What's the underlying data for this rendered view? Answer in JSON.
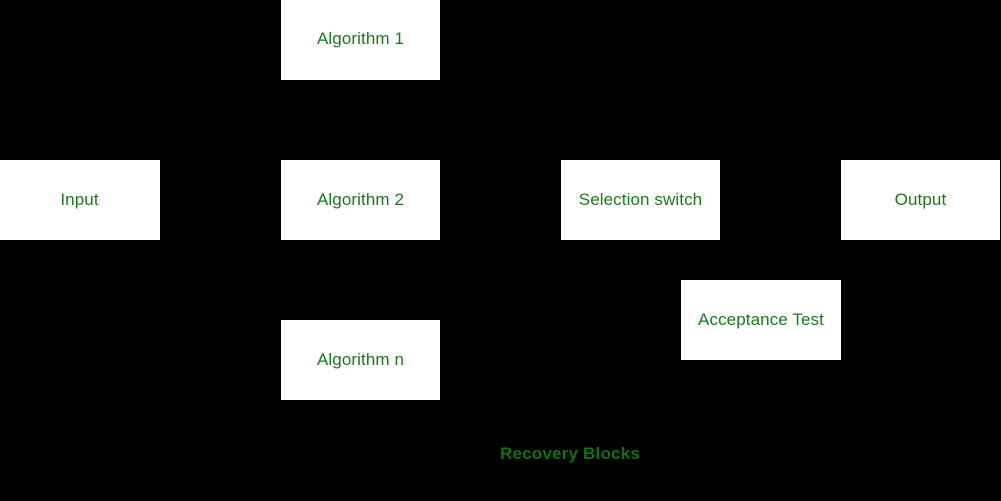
{
  "diagram": {
    "caption": "Recovery Blocks",
    "background_color": "#000000",
    "node_fill_color": "#ffffff",
    "node_text_color": "#1a7a1a",
    "caption_color": "#137013",
    "nodes": [
      {
        "id": "algorithm-1",
        "label": "Algorithm 1"
      },
      {
        "id": "input",
        "label": "Input"
      },
      {
        "id": "algorithm-2",
        "label": "Algorithm 2"
      },
      {
        "id": "selection",
        "label": "Selection switch"
      },
      {
        "id": "output",
        "label": "Output"
      },
      {
        "id": "acceptance",
        "label": "Acceptance Test"
      },
      {
        "id": "algorithm-n",
        "label": "Algorithm n"
      }
    ]
  }
}
